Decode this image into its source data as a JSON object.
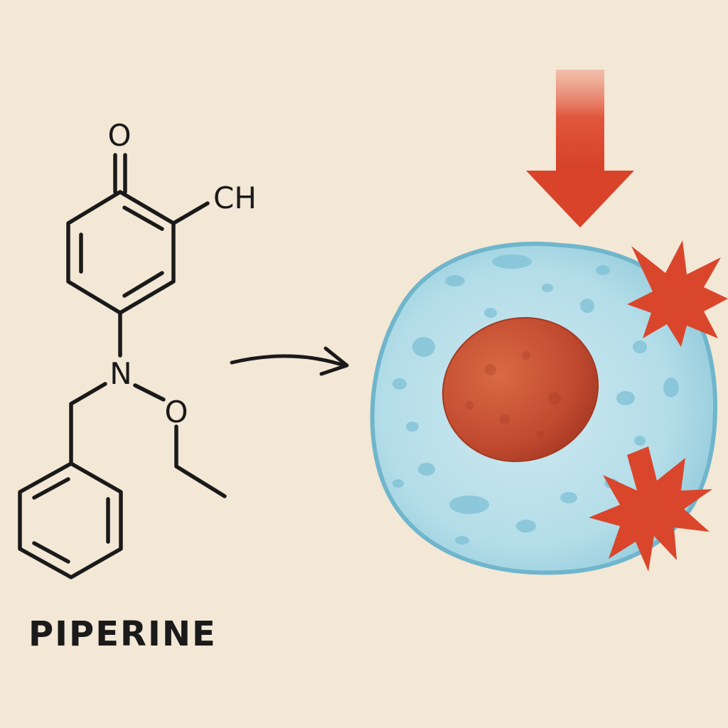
{
  "molecule": {
    "name": "PIPERINE",
    "atom_labels": {
      "carbonyl_oxygen": "O",
      "methyl_group": "CH",
      "nitrogen": "N",
      "ether_oxygen": "O"
    }
  },
  "colors": {
    "background": "#f3e7d5",
    "ink": "#1a1a1a",
    "cell_fill": "#a9d7e3",
    "cell_edge": "#6fb6cc",
    "nucleus": "#c24a2e",
    "arrow_red": "#d8432a",
    "burst_red": "#d9462c"
  }
}
